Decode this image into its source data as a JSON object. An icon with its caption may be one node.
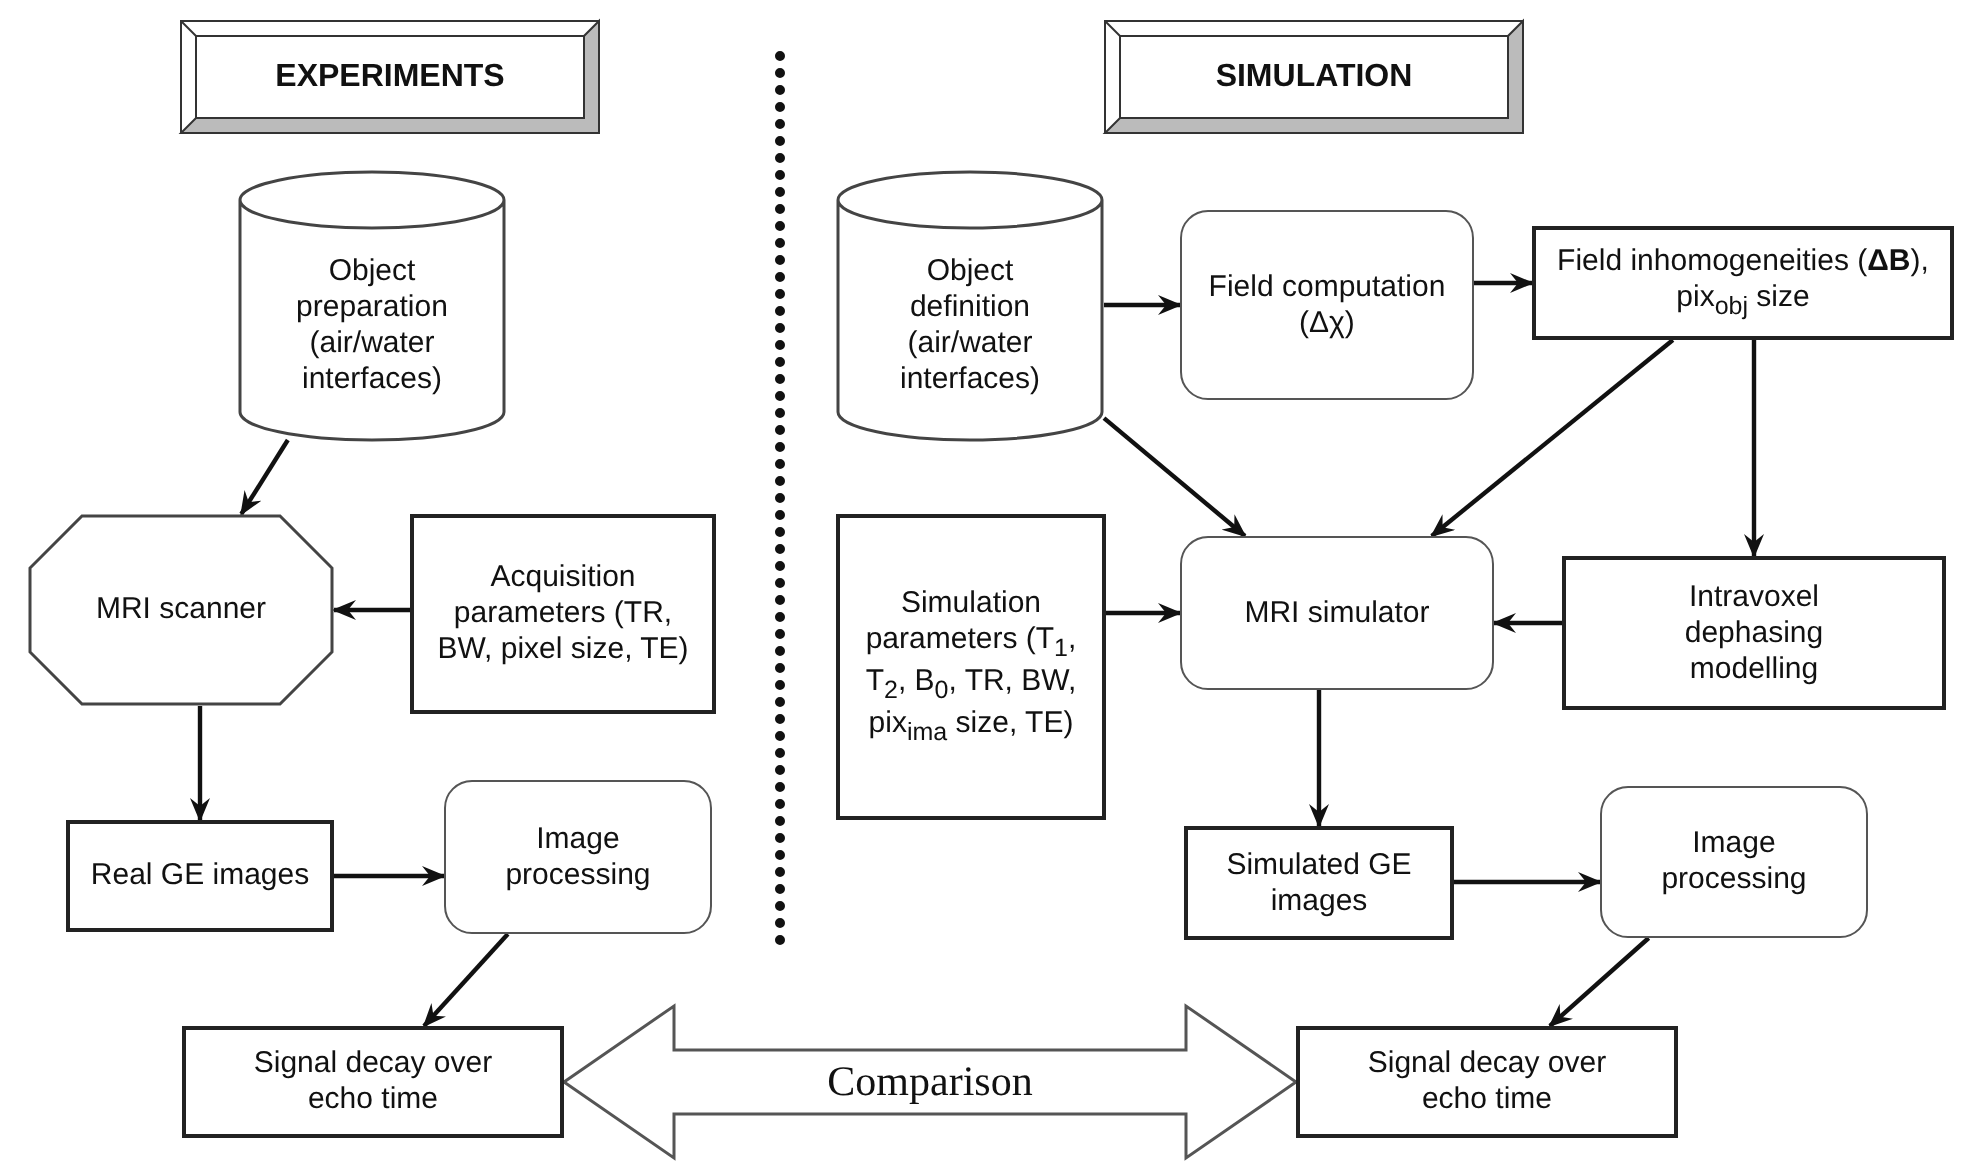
{
  "diagram": {
    "nodes": [
      {
        "text": [
          "EXPERIMENTS"
        ]
      },
      {
        "text": [
          "SIMULATION"
        ]
      },
      {
        "text": [
          "Object preparation (air/water interfaces)"
        ]
      },
      {
        "text": [
          "MRI scanner"
        ]
      },
      {
        "text": [
          "Acquisition parameters (TR, BW, pixel size, TE)"
        ]
      },
      {
        "text": [
          "Real GE images"
        ]
      },
      {
        "text": [
          "Image processing"
        ]
      },
      {
        "text": [
          "Signal decay over echo time"
        ]
      },
      {
        "text": [
          "Object definition (air/water interfaces)"
        ]
      },
      {
        "text": [
          "Field computation (Δχ)"
        ]
      },
      {
        "text": [
          "Field inhomogeneities (**ΔB**), pix$_{obj}$ size"
        ]
      },
      {
        "text": [
          "Simulation parameters (T$_{1}$, T$_{2}$, B$_{0}$, TR, BW, pix$_{ima}$ size, TE)"
        ]
      },
      {
        "text": [
          "MRI simulator"
        ]
      },
      {
        "text": [
          "Intravoxel dephasing modelling"
        ]
      },
      {
        "text": [
          "Simulated GE images"
        ]
      },
      {
        "text": [
          "Image processing"
        ]
      },
      {
        "text": [
          "Signal decay over echo time"
        ]
      }
    ],
    "edges": [
      {
        "from": 2,
        "to": 3,
        "arrow": "to"
      },
      {
        "from": 4,
        "to": 3,
        "arrow": "to"
      },
      {
        "from": 3,
        "to": 5,
        "arrow": "to"
      },
      {
        "from": 5,
        "to": 6,
        "arrow": "to"
      },
      {
        "from": 6,
        "to": 7,
        "arrow": "to"
      },
      {
        "from": 8,
        "to": 9,
        "arrow": "to"
      },
      {
        "from": 9,
        "to": 10,
        "arrow": "to"
      },
      {
        "from": 8,
        "to": 12,
        "arrow": "to"
      },
      {
        "from": 10,
        "to": 12,
        "arrow": "to"
      },
      {
        "from": 10,
        "to": 13,
        "arrow": "to"
      },
      {
        "from": 11,
        "to": 12,
        "arrow": "to"
      },
      {
        "from": 13,
        "to": 12,
        "arrow": "to"
      },
      {
        "from": 12,
        "to": 14,
        "arrow": "to"
      },
      {
        "from": 14,
        "to": 15,
        "arrow": "to"
      },
      {
        "from": 15,
        "to": 16,
        "arrow": "to"
      },
      {
        "from": 7,
        "to": 16,
        "arrow": "both",
        "label": "Comparison",
        "style": "thick"
      }
    ]
  }
}
